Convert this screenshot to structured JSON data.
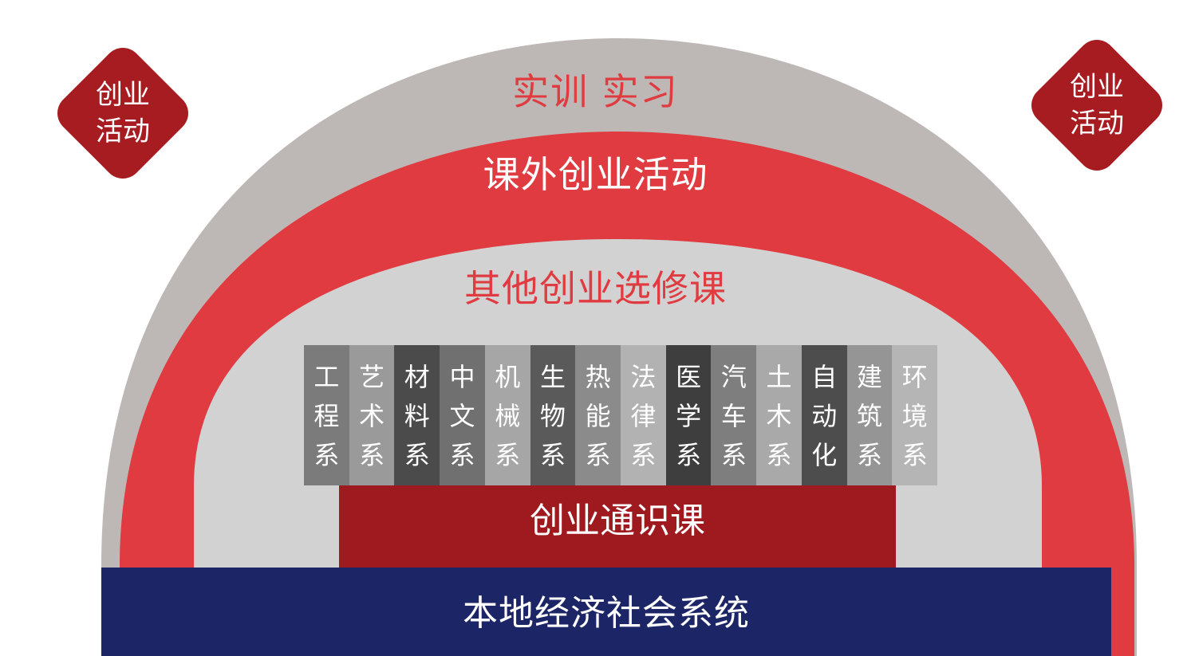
{
  "colors": {
    "outer_gray": "#bdb8b6",
    "red_band": "#df3b40",
    "inner_gray": "#d3d2d2",
    "core_dark_red": "#9f1a1e",
    "base_navy": "#1c2566",
    "diamond_red": "#a61c21",
    "title_red": "#df3b40",
    "white": "#ffffff"
  },
  "layers": {
    "outer": {
      "label": "实训 实习"
    },
    "second": {
      "label": "课外创业活动"
    },
    "third": {
      "label": "其他创业选修课"
    },
    "core": {
      "label": "创业通识课"
    },
    "base": {
      "label": "本地经济社会系统"
    }
  },
  "badges": {
    "left": {
      "line1": "创业",
      "line2": "活动"
    },
    "right": {
      "line1": "创业",
      "line2": "活动"
    }
  },
  "departments": [
    {
      "name": "工程系",
      "chars": [
        "工",
        "程",
        "系"
      ],
      "shade": "#7b7b7b"
    },
    {
      "name": "艺术系",
      "chars": [
        "艺",
        "术",
        "系"
      ],
      "shade": "#9a9a9a"
    },
    {
      "name": "材料系",
      "chars": [
        "材",
        "料",
        "系"
      ],
      "shade": "#4b4b4b"
    },
    {
      "name": "中文系",
      "chars": [
        "中",
        "文",
        "系"
      ],
      "shade": "#707070"
    },
    {
      "name": "机械系",
      "chars": [
        "机",
        "械",
        "系"
      ],
      "shade": "#a6a6a6"
    },
    {
      "name": "生物系",
      "chars": [
        "生",
        "物",
        "系"
      ],
      "shade": "#5a5a5a"
    },
    {
      "name": "热能系",
      "chars": [
        "热",
        "能",
        "系"
      ],
      "shade": "#8b8b8b"
    },
    {
      "name": "法律系",
      "chars": [
        "法",
        "律",
        "系"
      ],
      "shade": "#b2b2b2"
    },
    {
      "name": "医学系",
      "chars": [
        "医",
        "学",
        "系"
      ],
      "shade": "#3e3e3e"
    },
    {
      "name": "汽车系",
      "chars": [
        "汽",
        "车",
        "系"
      ],
      "shade": "#7e7e7e"
    },
    {
      "name": "土木系",
      "chars": [
        "土",
        "木",
        "系"
      ],
      "shade": "#a9a9a9"
    },
    {
      "name": "自动化",
      "chars": [
        "自",
        "动",
        "化"
      ],
      "shade": "#4d4d4d"
    },
    {
      "name": "建筑系",
      "chars": [
        "建",
        "筑",
        "系"
      ],
      "shade": "#959595"
    },
    {
      "name": "环境系",
      "chars": [
        "环",
        "境",
        "系"
      ],
      "shade": "#b5b5b5"
    }
  ]
}
